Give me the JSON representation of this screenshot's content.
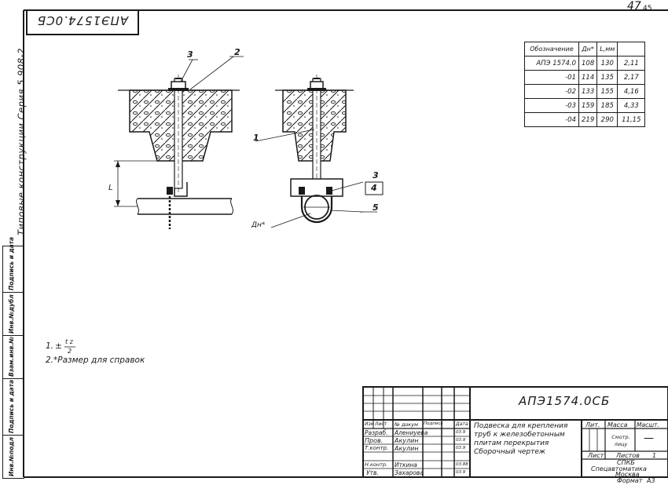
{
  "sheet": {
    "page_number_handwritten": "47",
    "page_number_print": "45",
    "top_stamp_inverted": "АПЭ1574.0СБ",
    "series_label": "Типовые конструкции  Серия 5.908-2"
  },
  "side_stamp": [
    "Подпись и дата",
    "Инв.№дубл",
    "Взам.инв.№",
    "Подпись и дата",
    "Инв.№подл"
  ],
  "drawing": {
    "callouts": [
      "3",
      "2",
      "1",
      "3",
      "4",
      "5"
    ],
    "dim_label": "L",
    "diameter_label": "Дн*"
  },
  "spec_table": {
    "headers": [
      "Обозначение",
      "Дн*",
      "L,мм",
      ""
    ],
    "rows": [
      [
        "АПЭ 1574.0",
        "108",
        "130",
        "2,11"
      ],
      [
        "-01",
        "114",
        "135",
        "2,17"
      ],
      [
        "-02",
        "133",
        "155",
        "4,16"
      ],
      [
        "-03",
        "159",
        "185",
        "4,33"
      ],
      [
        "-04",
        "219",
        "290",
        "11,15"
      ]
    ]
  },
  "notes": {
    "note1_prefix": "1.",
    "note1_sign": "±",
    "note1_num": "t z",
    "note1_den": "2",
    "note2": "2.*Размер для справок"
  },
  "title_block": {
    "doc_number": "АПЭ1574.0СБ",
    "title_lines": [
      "Подвеска для крепления",
      "труб к железобетонным",
      "плитам перекрытия",
      "Сборочный чертеж"
    ],
    "col_headers": [
      "Изм",
      "Лист",
      "№ докум",
      "Подпись",
      "Дата"
    ],
    "roles": [
      {
        "role": "Разраб.",
        "name": "Алениуева",
        "date": "03.9"
      },
      {
        "role": "Пров.",
        "name": "Акулин",
        "date": "03.9"
      },
      {
        "role": "Т.контр.",
        "name": "Акулин",
        "date": "03.9"
      },
      {
        "role": "Н.контр.",
        "name": "Иткина",
        "date": "03.88"
      },
      {
        "role": "Утв.",
        "name": "Захарова",
        "date": "03.9"
      }
    ],
    "lit_label": "Лит.",
    "mass_label": "Масса",
    "scale_label": "Масшт.",
    "mass_value": "Смотр. лицу",
    "scale_value": "—",
    "sheet_label": "Лист",
    "sheets_label": "Листов",
    "sheets_value": "1",
    "org_line1": "СПКБ",
    "org_line2": "Спецавтоматика",
    "org_line3": "Москва",
    "format_label": "Формат",
    "format_value": "А3"
  }
}
